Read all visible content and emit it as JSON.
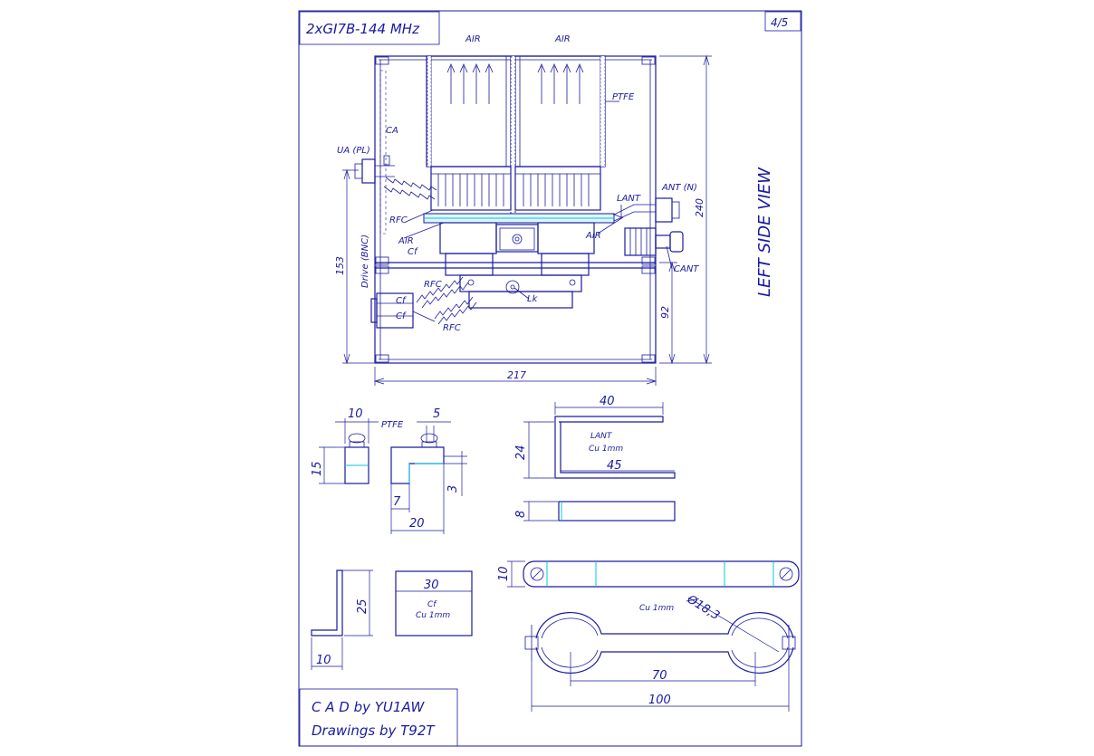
{
  "title_block": {
    "model": "2xGI7B-144 MHz",
    "sheet": "4/5"
  },
  "credits": {
    "line1": "C A D  by  YU1AW",
    "line2": "Drawings by T92T"
  },
  "view_title": "LEFT SIDE VIEW",
  "labels": {
    "air_1": "AIR",
    "air_2": "AIR",
    "air_3": "AIR",
    "air_4": "AIR",
    "ptfe_tube": "PTFE",
    "ca": "CA",
    "ua": "UA (PL)",
    "rfc_1": "RFC",
    "rfc_2": "RFC",
    "rfc_3": "RFC",
    "cf_1": "Cf",
    "cf_2": "Cf",
    "cf_3": "Cf",
    "lant": "LANT",
    "ant": "ANT (N)",
    "cant": "CANT",
    "drive": "Drive (BNC)",
    "lk": "Lk",
    "lant_part": "LANT",
    "lant_mat": "Cu 1mm",
    "cf_part": "Cf",
    "cf_mat": "Cu 1mm",
    "clamp_mat": "Cu 1mm",
    "ptfe_part": "PTFE"
  },
  "dimensions": {
    "total_height": "240",
    "left_height": "153",
    "lower_height": "92",
    "width": "217",
    "block_width": "10",
    "block_height": "15",
    "ptfe_slot": "5",
    "ptfe_depth": "3",
    "ptfe_offset": "7",
    "ptfe_width": "20",
    "lant_width": "40",
    "lant_height": "24",
    "lant_length": "45",
    "lant_strip": "8",
    "bracket_height": "25",
    "bracket_foot": "10",
    "cf_width": "30",
    "strap_height": "10",
    "clamp_dia": "Ø18,3",
    "clamp_inner": "70",
    "clamp_outer": "100"
  }
}
